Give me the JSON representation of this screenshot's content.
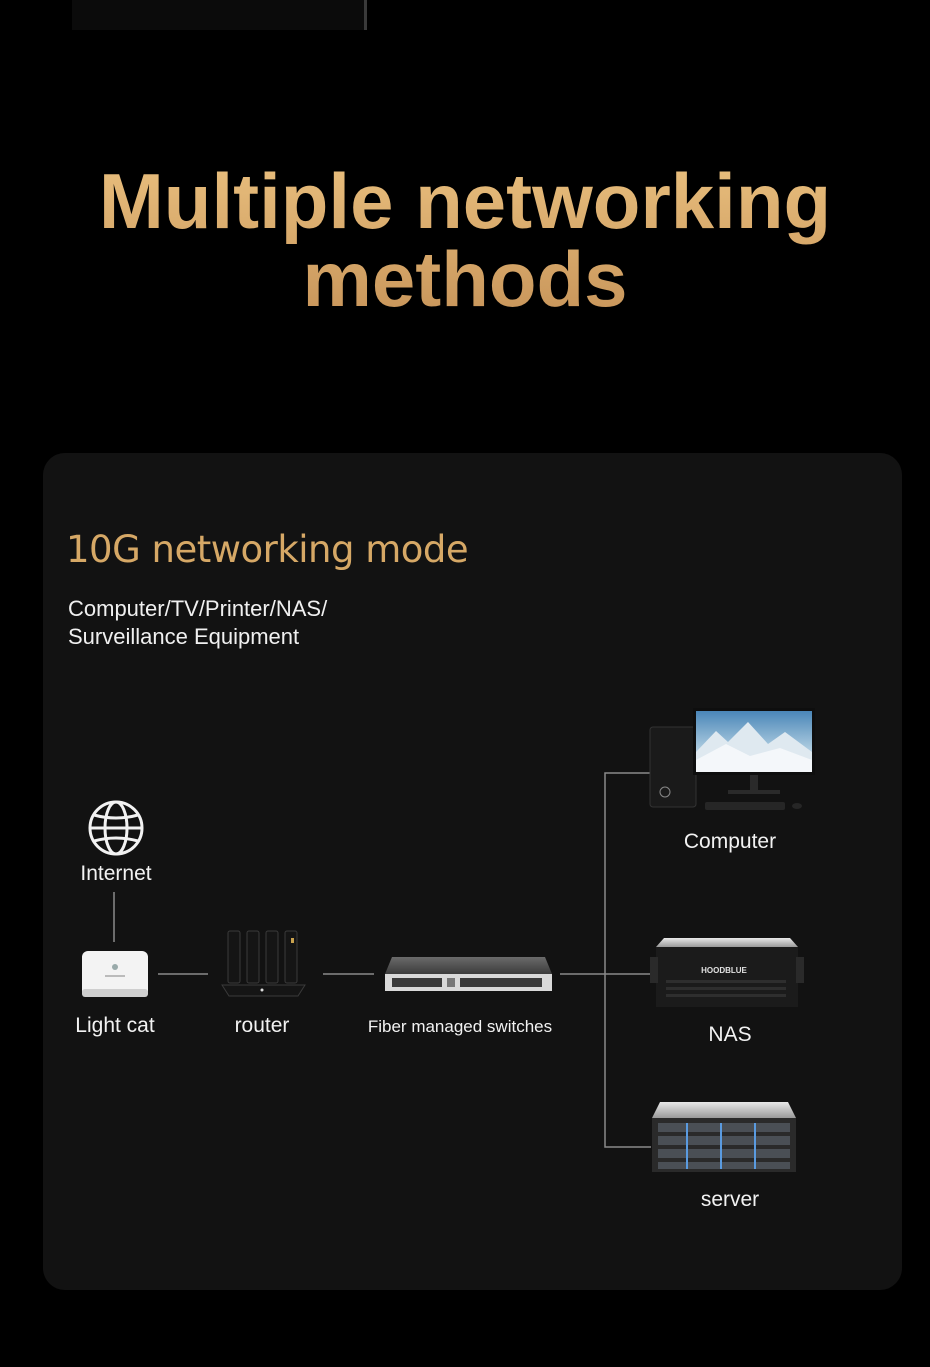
{
  "headline": {
    "line1": "Multiple networking",
    "line2": "methods"
  },
  "section": {
    "title": "10G networking mode",
    "description_line1": "Computer/TV/Printer/NAS/",
    "description_line2": "Surveillance Equipment"
  },
  "nodes": {
    "internet": "Internet",
    "light_cat": "Light cat",
    "router": "router",
    "switch": "Fiber managed switches",
    "computer": "Computer",
    "nas": "NAS",
    "server": "server",
    "nas_brand": "HOODBLUE"
  },
  "colors": {
    "background": "#000000",
    "card": "#121212",
    "accent_gold": "#d6a866",
    "connector": "#8a8a8a"
  }
}
